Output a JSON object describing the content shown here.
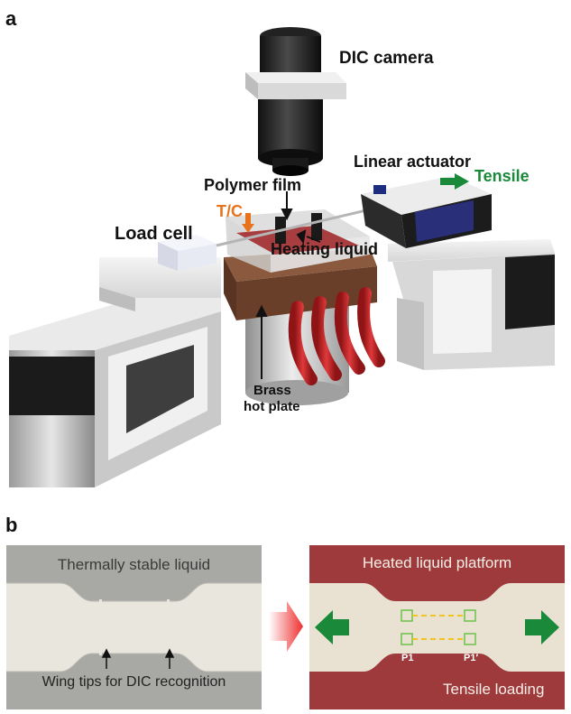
{
  "panel_a": {
    "letter": "a",
    "labels": {
      "dic_camera": "DIC camera",
      "linear_actuator": "Linear actuator",
      "tensile": "Tensile",
      "polymer_film": "Polymer film",
      "tc": "T/C",
      "load_cell": "Load cell",
      "heating_liquid": "Heating liquid",
      "brass_line1": "Brass",
      "brass_line2": "hot plate"
    }
  },
  "panel_b": {
    "letter": "b",
    "left": {
      "top_label": "Thermally stable liquid",
      "bottom_label": "Wing tips for DIC recognition"
    },
    "right": {
      "top_label": "Heated liquid platform",
      "bottom_label": "Tensile loading",
      "p1": "P1",
      "p1_prime": "P1′"
    }
  },
  "colors": {
    "accent_orange": "#e8731d",
    "accent_green": "#1a8a3a",
    "liquid_red": "#9e3a3c",
    "film_beige": "#e9e2d3",
    "liquid_grey": "#a8a8a4",
    "brass": "#7a4a33",
    "tube_red": "#c0282a",
    "actuator_blue": "#2a2f7a"
  }
}
